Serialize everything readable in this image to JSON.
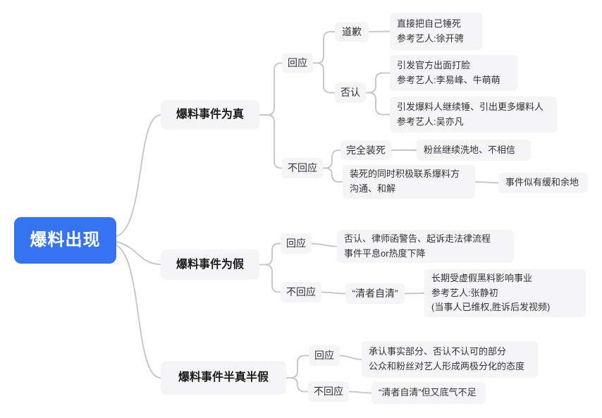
{
  "colors": {
    "root_bg": "#3673f0",
    "node_bg": "#f5f5f7",
    "line": "#c8c8c8",
    "text": "#333333"
  },
  "root": {
    "label": "爆料出现"
  },
  "branches": [
    {
      "label": "爆料事件为真",
      "children": [
        {
          "label": "回应",
          "children": [
            {
              "label": "道歉",
              "children": [
                {
                  "label": "直接把自己锤死\n参考艺人:徐开骋"
                }
              ]
            },
            {
              "label": "否认",
              "children": [
                {
                  "label": "引发官方出面打脸\n参考艺人:李易峰、牛萌萌"
                },
                {
                  "label": "引发爆料人继续锤、引出更多爆料人\n参考艺人:吴亦凡"
                }
              ]
            }
          ]
        },
        {
          "label": "不回应",
          "children": [
            {
              "label": "完全装死",
              "children": [
                {
                  "label": "粉丝继续洗地、不相信"
                }
              ]
            },
            {
              "label": "装死的同时积极联系爆料方\n沟通、和解",
              "children": [
                {
                  "label": "事件似有缓和余地"
                }
              ]
            }
          ]
        }
      ]
    },
    {
      "label": "爆料事件为假",
      "children": [
        {
          "label": "回应",
          "children": [
            {
              "label": "否认、律师函警告、起诉走法律流程\n事件平息or热度下降"
            }
          ]
        },
        {
          "label": "不回应",
          "children": [
            {
              "label": "“清者自清”",
              "children": [
                {
                  "label": "长期受虚假黑料影响事业\n参考艺人:张静初\n(当事人已维权,胜诉后发视频)"
                }
              ]
            }
          ]
        }
      ]
    },
    {
      "label": "爆料事件半真半假",
      "children": [
        {
          "label": "回应",
          "children": [
            {
              "label": "承认事实部分、否认不认可的部分\n公众和粉丝对艺人形成两极分化的态度"
            }
          ]
        },
        {
          "label": "不回应",
          "children": [
            {
              "label": "“清者自清”但又底气不足"
            }
          ]
        }
      ]
    }
  ]
}
